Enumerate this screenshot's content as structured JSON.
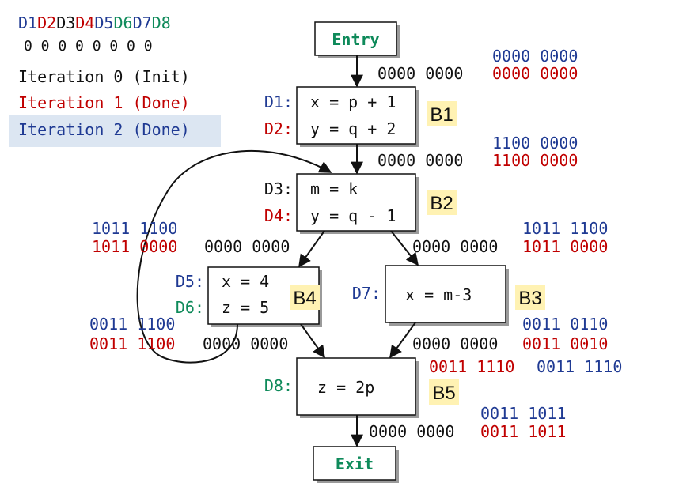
{
  "colors": {
    "blue": "#1f3a93",
    "red": "#c00000",
    "green": "#0e8a5a",
    "black": "#111111",
    "highlight_yellow": "#fff2b3",
    "highlight_blue": "#dce6f2",
    "box_shadow": "#9a9a9a"
  },
  "legend": {
    "header": [
      "D1",
      "D2",
      "D3",
      "D4",
      "D5",
      "D6",
      "D7",
      "D8"
    ],
    "header_colors": [
      "blue",
      "red",
      "black",
      "red",
      "blue",
      "green",
      "blue",
      "green"
    ],
    "zeros": "0 0 0 0 0 0 0 0",
    "iterations": [
      {
        "label": "Iteration 0 (Init)",
        "color": "black",
        "highlighted": false
      },
      {
        "label": "Iteration 1 (Done)",
        "color": "red",
        "highlighted": false
      },
      {
        "label": "Iteration 2 (Done)",
        "color": "blue",
        "highlighted": true
      }
    ]
  },
  "nodes": {
    "entry": {
      "label": "Entry"
    },
    "exit": {
      "label": "Exit"
    },
    "b1": {
      "name": "B1",
      "defs": [
        {
          "label": "D1:",
          "color": "blue",
          "stmt": "x = p + 1"
        },
        {
          "label": "D2:",
          "color": "red",
          "stmt": "y = q + 2"
        }
      ]
    },
    "b2": {
      "name": "B2",
      "defs": [
        {
          "label": "D3:",
          "color": "black",
          "stmt": "m = k"
        },
        {
          "label": "D4:",
          "color": "red",
          "stmt": "y = q - 1"
        }
      ]
    },
    "b4": {
      "name": "B4",
      "defs": [
        {
          "label": "D5:",
          "color": "blue",
          "stmt": "x = 4"
        },
        {
          "label": "D6:",
          "color": "green",
          "stmt": "z = 5"
        }
      ]
    },
    "b3": {
      "name": "B3",
      "defs": [
        {
          "label": "D7:",
          "color": "blue",
          "stmt": "x = m-3"
        }
      ]
    },
    "b5": {
      "name": "B5",
      "defs": [
        {
          "label": "D8:",
          "color": "green",
          "stmt": "z = 2p"
        }
      ]
    }
  },
  "bitsets": {
    "b1_in": {
      "init": "0000 0000",
      "iter1": "0000 0000",
      "iter2": "0000 0000"
    },
    "b1_out": {
      "init": "0000 0000",
      "iter1": "1100 0000",
      "iter2": "1100 0000"
    },
    "b4_in": {
      "init": "0000 0000",
      "iter1": "1011 0000",
      "iter2": "1011 1100"
    },
    "b3_in": {
      "init": "0000 0000",
      "iter1": "1011 0000",
      "iter2": "1011 1100"
    },
    "b4_out": {
      "init": "0000 0000",
      "iter1": "0011 1100",
      "iter2": "0011 1100"
    },
    "b3_out": {
      "init": "0000 0000",
      "iter1": "0011 0010",
      "iter2": "0011 0110"
    },
    "b5_in": {
      "iter1": "0011 1110",
      "iter2": "0011 1110"
    },
    "b5_out": {
      "init": "0000 0000",
      "iter1": "0011 1011",
      "iter2": "0011 1011"
    }
  }
}
